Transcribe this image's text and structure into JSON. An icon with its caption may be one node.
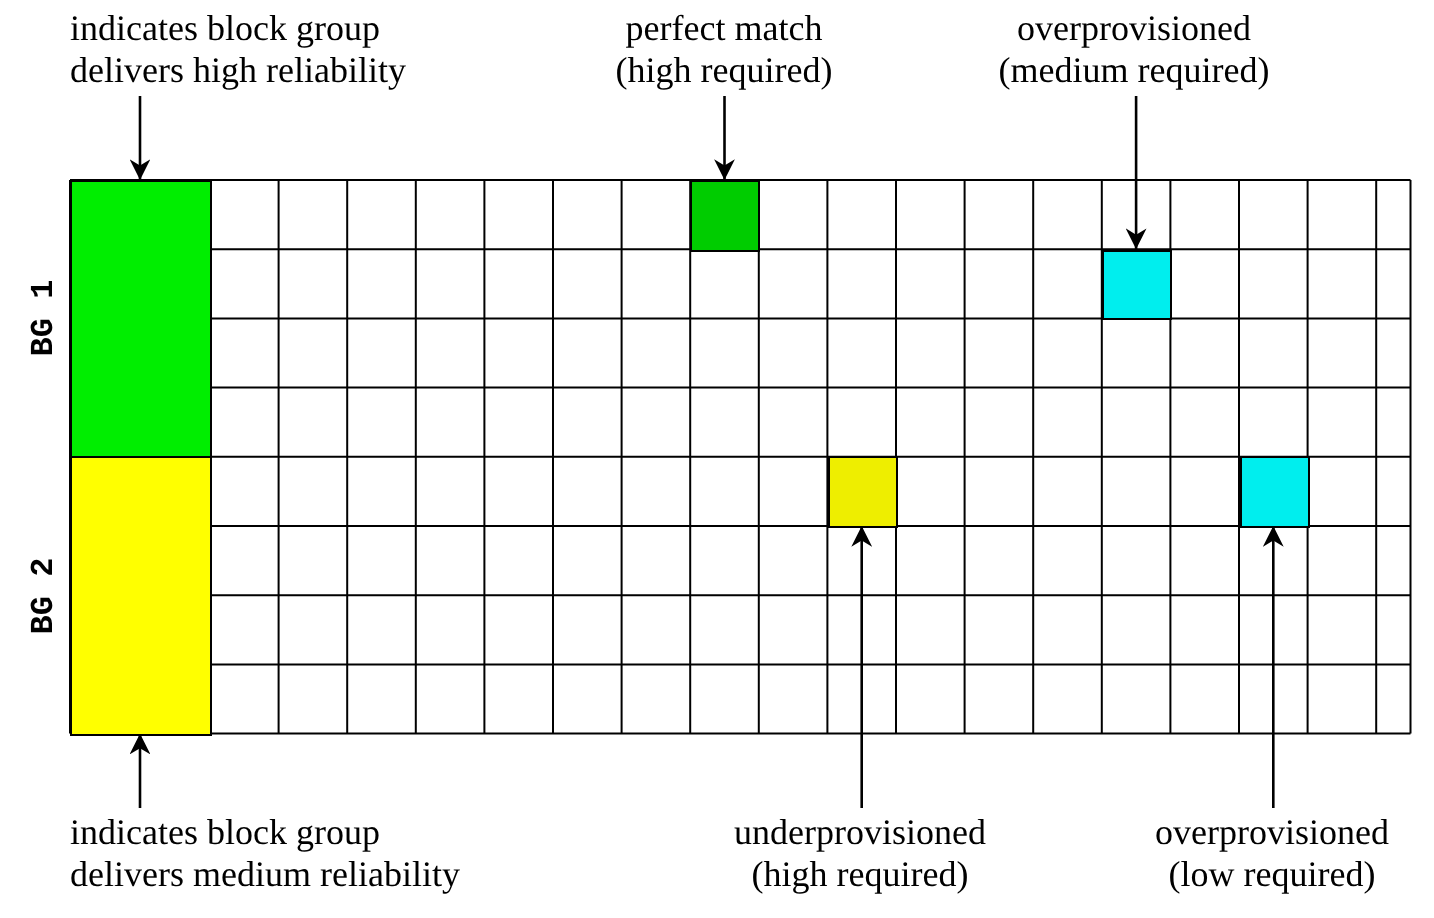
{
  "diagram": {
    "nodes": [
      {
        "text": [
          "indicates block group delivers high reliability"
        ]
      },
      {
        "text": [
          "perfect match (high required)"
        ]
      },
      {
        "text": [
          "overprovisioned (medium required)"
        ]
      },
      {
        "text": [
          "BG 1"
        ]
      },
      {
        "text": [],
        "shape": "box"
      },
      {
        "text": [],
        "shape": "box"
      },
      {
        "text": [
          "BG 2"
        ]
      },
      {
        "text": [],
        "shape": "box"
      },
      {
        "text": [],
        "shape": "box"
      },
      {
        "text": [
          "indicates block group delivers medium reliability"
        ]
      },
      {
        "text": [
          "underprovisioned (high required)"
        ]
      },
      {
        "text": [
          "overprovisioned (low required)"
        ]
      }
    ],
    "edges": [
      {
        "from": 0,
        "to": 3,
        "arrow": "to"
      },
      {
        "from": 1,
        "to": 4,
        "arrow": "to"
      },
      {
        "from": 2,
        "to": 5,
        "arrow": "to"
      },
      {
        "from": 9,
        "to": 6,
        "arrow": "to"
      },
      {
        "from": 10,
        "to": 7,
        "arrow": "to"
      },
      {
        "from": 11,
        "to": 8,
        "arrow": "to"
      }
    ]
  }
}
